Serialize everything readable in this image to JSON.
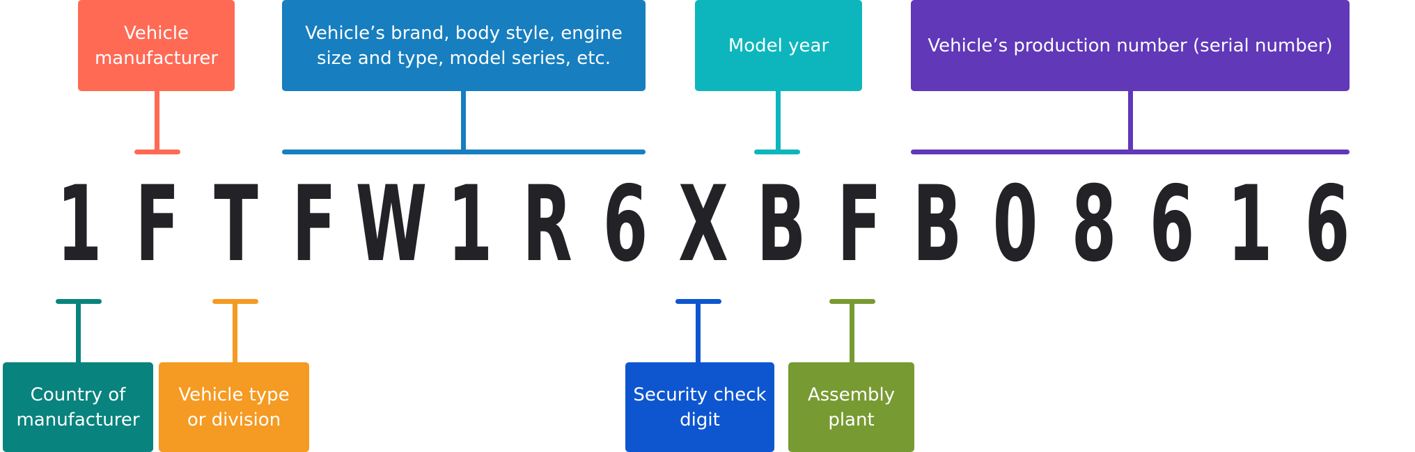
{
  "diagram": {
    "vin_characters": [
      "1",
      "F",
      "T",
      "F",
      "W",
      "1",
      "R",
      "6",
      "X",
      "B",
      "F",
      "B",
      "0",
      "8",
      "6",
      "1",
      "6"
    ],
    "top_labels": {
      "manufacturer": {
        "text": "Vehicle\nmanufacturer",
        "color": "#FF6A55"
      },
      "descriptor": {
        "text": "Vehicle’s brand, body style, engine\nsize and type, model series, etc.",
        "color": "#177EBF"
      },
      "model_year": {
        "text": "Model year",
        "color": "#0DB6BC"
      },
      "serial": {
        "text": "Vehicle’s production number (serial number)",
        "color": "#6038B8"
      }
    },
    "bottom_labels": {
      "country": {
        "text": "Country of\nmanufacturer",
        "color": "#09837D"
      },
      "vehicle_type": {
        "text": "Vehicle type\nor division",
        "color": "#F59A22"
      },
      "check_digit": {
        "text": "Security check\ndigit",
        "color": "#0E56D0"
      },
      "assembly_plant": {
        "text": "Assembly\nplant",
        "color": "#789A32"
      }
    }
  }
}
